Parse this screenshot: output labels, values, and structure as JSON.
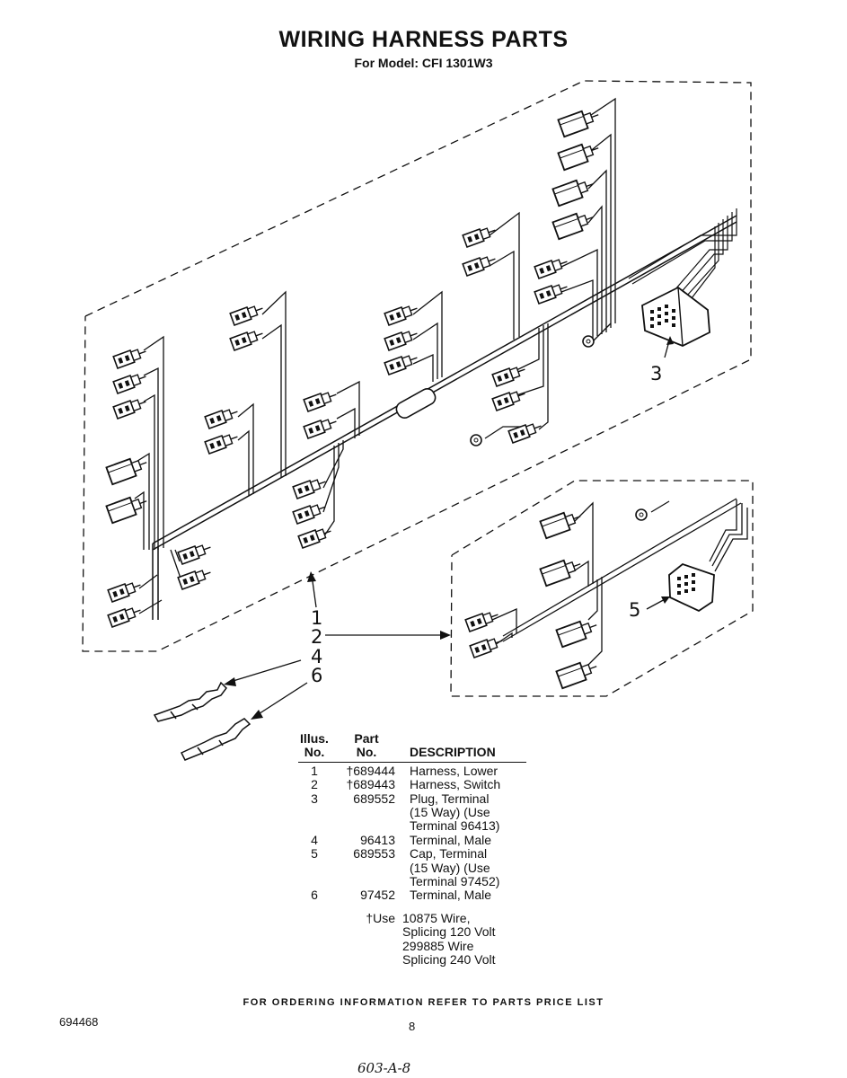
{
  "title": "WIRING HARNESS PARTS",
  "subtitle": "For Model: CFI 1301W3",
  "callouts": {
    "c1": "1",
    "c2": "2",
    "c3": "3",
    "c4": "4",
    "c5": "5",
    "c6": "6"
  },
  "table": {
    "headers": {
      "illus": [
        "Illus.",
        "No."
      ],
      "part": [
        "Part",
        "No."
      ],
      "description": "DESCRIPTION"
    },
    "rows": [
      {
        "illus": "1",
        "part": "†689444",
        "desc": [
          "Harness, Lower"
        ]
      },
      {
        "illus": "2",
        "part": "†689443",
        "desc": [
          "Harness, Switch"
        ]
      },
      {
        "illus": "3",
        "part": "689552",
        "desc": [
          "Plug, Terminal",
          "(15 Way) (Use",
          "Terminal 96413)"
        ]
      },
      {
        "illus": "4",
        "part": "96413",
        "desc": [
          "Terminal, Male"
        ]
      },
      {
        "illus": "5",
        "part": "689553",
        "desc": [
          "Cap, Terminal",
          "(15 Way) (Use",
          "Terminal 97452)"
        ]
      },
      {
        "illus": "6",
        "part": "97452",
        "desc": [
          "Terminal, Male"
        ]
      }
    ],
    "note": {
      "label": "†Use",
      "lines": [
        "10875 Wire,",
        "Splicing 120 Volt",
        "299885 Wire",
        "Splicing 240 Volt"
      ]
    }
  },
  "footer": "FOR ORDERING INFORMATION REFER TO PARTS PRICE LIST",
  "doc_number": "694468",
  "page_number": "8",
  "handwritten_note": "603-A-8"
}
